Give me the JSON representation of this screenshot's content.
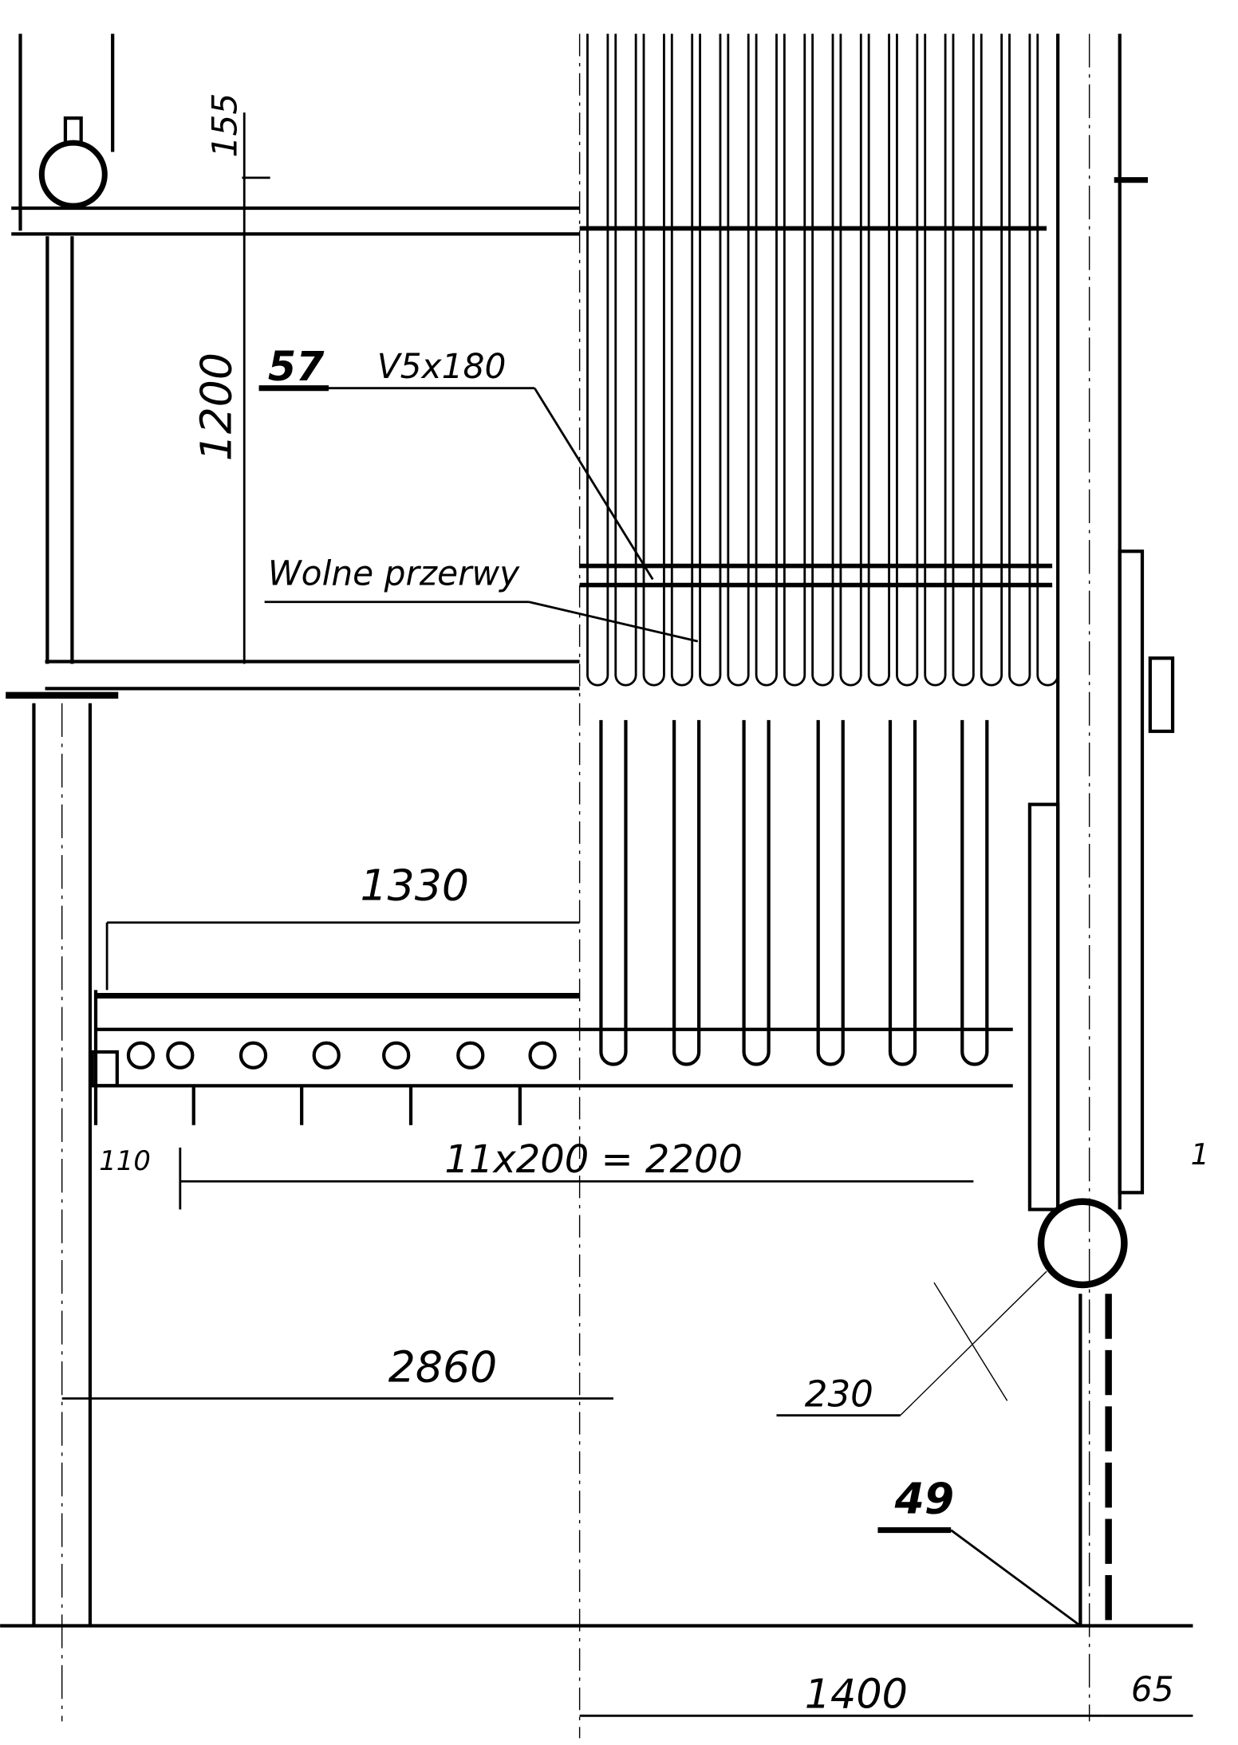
{
  "drawing": {
    "dimensions": {
      "top_offset": "155",
      "gap_height": "1200",
      "header_span": "1330",
      "edge_offset": "110",
      "pitch": "11x200 = 2200",
      "column_span": "2860",
      "drum_offset": "230",
      "bottom_span": "1400",
      "right_offset": "65",
      "right_edge_partial": "1"
    },
    "labels": {
      "item_57": "57",
      "spec": "V5x180",
      "note": "Wolne przerwy",
      "item_49": "49"
    },
    "colors": {
      "ink": "#000000",
      "paper": "#ffffff"
    }
  }
}
